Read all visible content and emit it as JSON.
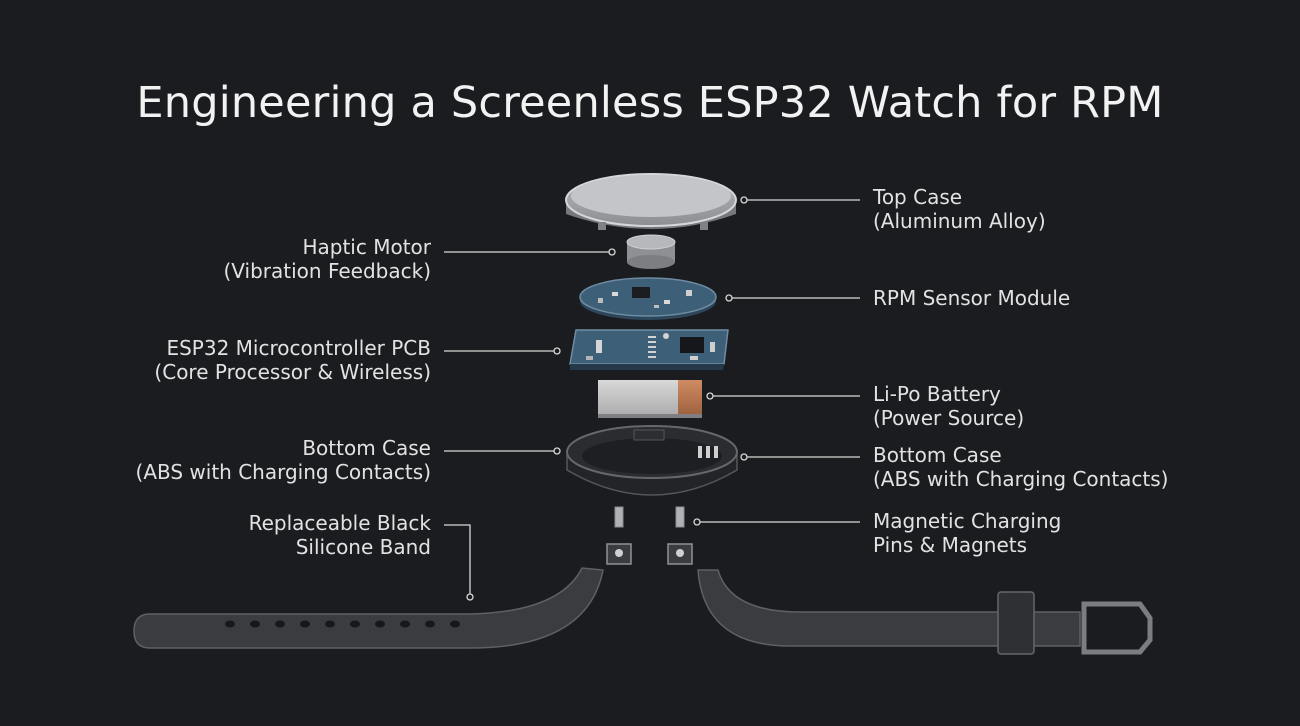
{
  "title": "Engineering a Screenless ESP32 Watch for RPM",
  "labels": {
    "top_case": {
      "line1": "Top Case",
      "line2": "(Aluminum Alloy)"
    },
    "haptic_motor": {
      "line1": "Haptic Motor",
      "line2": "(Vibration Feedback)"
    },
    "rpm_sensor": {
      "line1": "RPM Sensor Module"
    },
    "esp32_pcb": {
      "line1": "ESP32 Microcontroller PCB",
      "line2": "(Core Processor & Wireless)"
    },
    "battery": {
      "line1": "Li-Po Battery",
      "line2": "(Power Source)"
    },
    "bottom_case_left": {
      "line1": "Bottom Case",
      "line2": "(ABS with Charging Contacts)"
    },
    "bottom_case_right": {
      "line1": "Bottom Case",
      "line2": "(ABS with Charging Contacts)"
    },
    "band": {
      "line1": "Replaceable Black",
      "line2": "Silicone Band"
    },
    "charging_pins": {
      "line1": "Magnetic Charging",
      "line2": "Pins & Magnets"
    }
  },
  "colors": {
    "background": "#1b1c1f",
    "leader_line": "#d8d8d8",
    "pcb_blue": "#3d5f78",
    "case_silver": "#c9cacc",
    "battery_copper": "#b97a55",
    "band_dark": "#3b3c40"
  }
}
